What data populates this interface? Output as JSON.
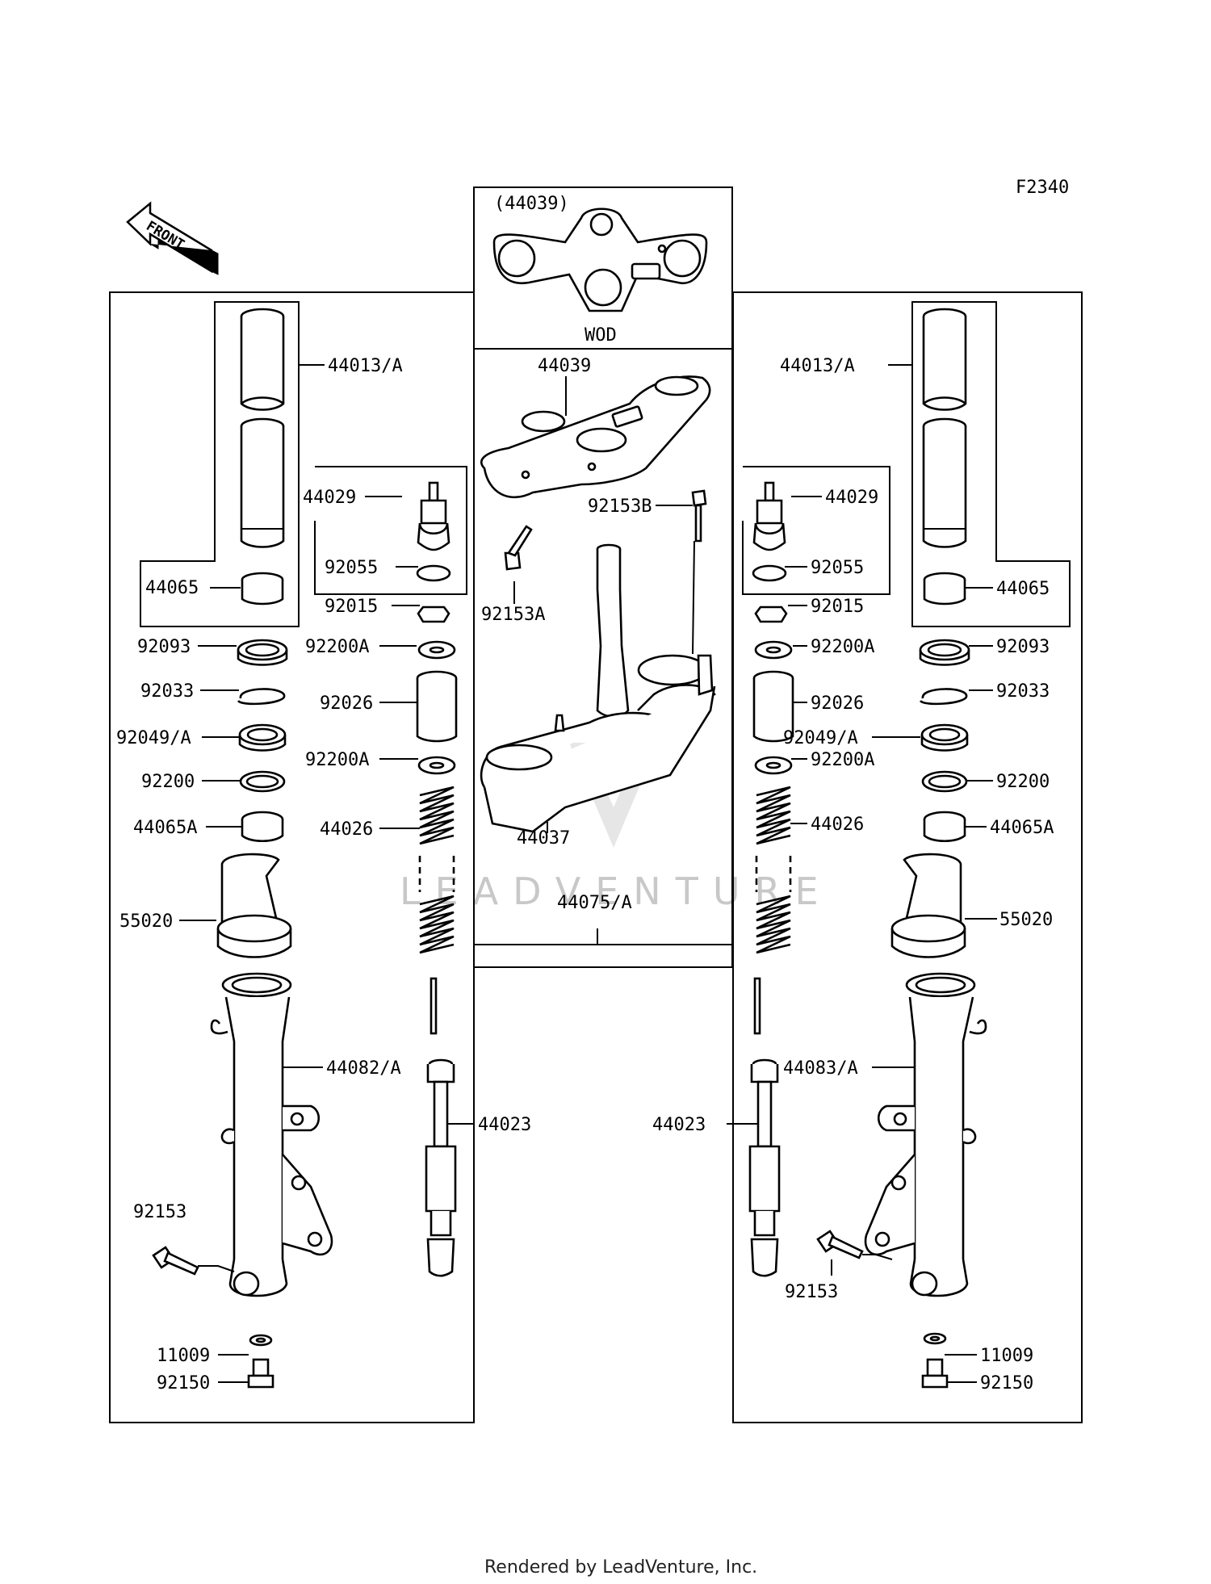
{
  "diagram": {
    "code": "F2340",
    "front_arrow": "FRONT",
    "watermark": "LEADVENTURE",
    "footer": "Rendered by LeadVenture, Inc.",
    "wod_box": {
      "header": "(44039)",
      "caption": "WOD"
    },
    "labels": {
      "left": {
        "p44013": "44013/A",
        "p44029": "44029",
        "p92055": "92055",
        "p44065": "44065",
        "p92015": "92015",
        "p92093": "92093",
        "p92200A_1": "92200A",
        "p92033": "92033",
        "p92026": "92026",
        "p92049": "92049/A",
        "p92200A_2": "92200A",
        "p92200": "92200",
        "p44065A": "44065A",
        "p44026": "44026",
        "p55020": "55020",
        "p44082": "44082/A",
        "p44023": "44023",
        "p92153": "92153",
        "p11009": "11009",
        "p92150": "92150"
      },
      "center": {
        "p44039": "44039",
        "p92153B": "92153B",
        "p92153A": "92153A",
        "p44037": "44037",
        "p44075": "44075/A"
      },
      "right": {
        "p44013": "44013/A",
        "p44029": "44029",
        "p92055": "92055",
        "p44065": "44065",
        "p92015": "92015",
        "p92200A_1": "92200A",
        "p92093": "92093",
        "p92033": "92033",
        "p92026": "92026",
        "p92049": "92049/A",
        "p92200A_2": "92200A",
        "p92200": "92200",
        "p44065A": "44065A",
        "p44026": "44026",
        "p55020": "55020",
        "p44083": "44083/A",
        "p44023": "44023",
        "p92153": "92153",
        "p11009": "11009",
        "p92150": "92150"
      }
    }
  }
}
